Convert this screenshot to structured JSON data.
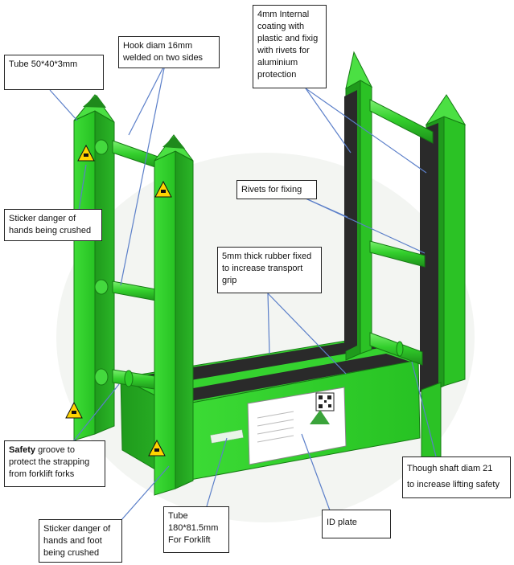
{
  "colors": {
    "frame_green": "#2fcf2a",
    "frame_dark": "#1f9a1c",
    "rubber": "#2a2a2a",
    "warning_yellow": "#ffd400",
    "leader_blue": "#5b7fc9"
  },
  "icons": {
    "warning": "hand-crush-warning-icon",
    "qr": "qr-code-icon"
  },
  "callouts": {
    "tube_50": {
      "lines": [
        "Tube 50*40*3mm"
      ]
    },
    "hook": {
      "lines": [
        "Hook diam 16mm",
        "welded on two sides"
      ]
    },
    "coating": {
      "lines": [
        "4mm Internal",
        "coating with",
        "plastic and fixig",
        "with rivets for",
        "aluminium",
        "protection"
      ]
    },
    "sticker_hands": {
      "lines": [
        "Sticker danger of",
        "hands being crushed"
      ]
    },
    "rivets": {
      "lines": [
        "Rivets for fixing"
      ]
    },
    "rubber": {
      "lines": [
        "5mm thick rubber fixed",
        "to increase transport",
        "grip"
      ]
    },
    "safety": {
      "bold": "Safety",
      "rest": " groove to",
      "lines": [
        "protect the strapping",
        "from forklift forks"
      ]
    },
    "shaft": {
      "lines": [
        "Though shaft diam 21",
        "to increase lifting safety"
      ]
    },
    "tube_180": {
      "lines": [
        "Tube",
        "180*81.5mm",
        "For Forklift"
      ]
    },
    "id_plate": {
      "lines": [
        "ID plate"
      ]
    },
    "sticker_foot": {
      "lines": [
        "Sticker danger of",
        "hands and foot",
        "being crushed"
      ]
    }
  }
}
